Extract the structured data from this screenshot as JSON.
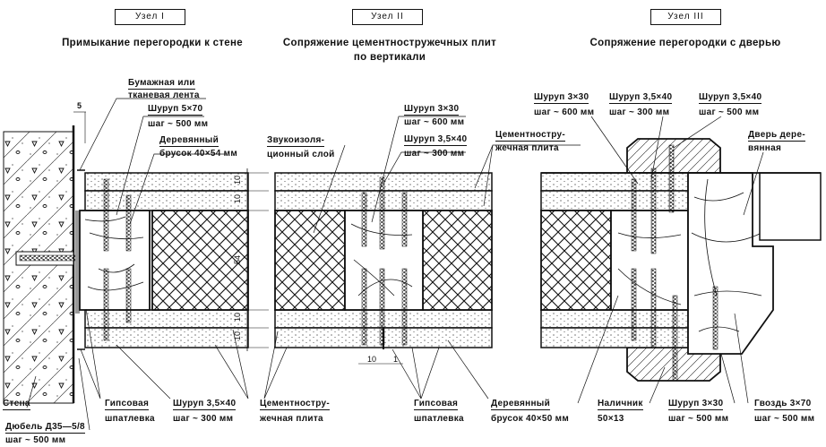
{
  "nodes": [
    {
      "label": "Узел  I",
      "title": "Примыкание перегородки к стене"
    },
    {
      "label": "Узел  II",
      "title_line1": "Сопряжение цементностружечных плит",
      "title_line2": "по вертикали"
    },
    {
      "label": "Узел  III",
      "title": "Сопряжение перегородки с дверью"
    }
  ],
  "node1": {
    "tape_1": "Бумажная или",
    "tape_2": "тканевая лента",
    "screw_1": "Шуруп 5×70",
    "screw_2": "шаг ~ 500 мм",
    "bar_1": "Деревянный",
    "bar_2": "брусок 40×54 мм",
    "gap": "5",
    "wall": "Стена",
    "dowel_1": "Дюбель Д35—5/8",
    "dowel_2": "шаг ~ 500 мм",
    "putty_1": "Гипсовая",
    "putty_2": "шпатлевка",
    "screw_b1": "Шуруп 3,5×40",
    "screw_b2": "шаг ~ 300 мм",
    "dims": [
      "10",
      "10",
      "54",
      "10",
      "10"
    ]
  },
  "node2": {
    "screw_a1": "Шуруп 3×30",
    "screw_a2": "шаг ~ 600 мм",
    "screw_b1": "Шуруп 3,5×40",
    "screw_b2": "шаг ~ 300 мм",
    "sound_1": "Звукоизоля-",
    "sound_2": "ционный слой",
    "board_1": "Цементностру-",
    "board_2": "жечная плита",
    "board_b1": "Цементностру-",
    "board_b2": "жечная плита",
    "putty_1": "Гипсовая",
    "putty_2": "шпатлевка",
    "bar_1": "Деревянный",
    "bar_2": "брусок 40×50 мм",
    "dim_a": "10",
    "dim_b": "1"
  },
  "node3": {
    "screw_a1": "Шуруп 3×30",
    "screw_a2": "шаг ~ 600 мм",
    "screw_b1": "Шуруп 3,5×40",
    "screw_b2": "шаг ~ 300 мм",
    "screw_c1": "Шуруп 3,5×40",
    "screw_c2": "шаг ~ 500 мм",
    "door_1": "Дверь дере-",
    "door_2": "вянная",
    "trim_1": "Наличник",
    "trim_2": "50×13",
    "screw_d1": "Шуруп 3×30",
    "screw_d2": "шаг ~ 500 мм",
    "nail_1": "Гвоздь 3×70",
    "nail_2": "шаг ~ 500 мм"
  },
  "colors": {
    "ink": "#111111",
    "paper": "#ffffff"
  }
}
